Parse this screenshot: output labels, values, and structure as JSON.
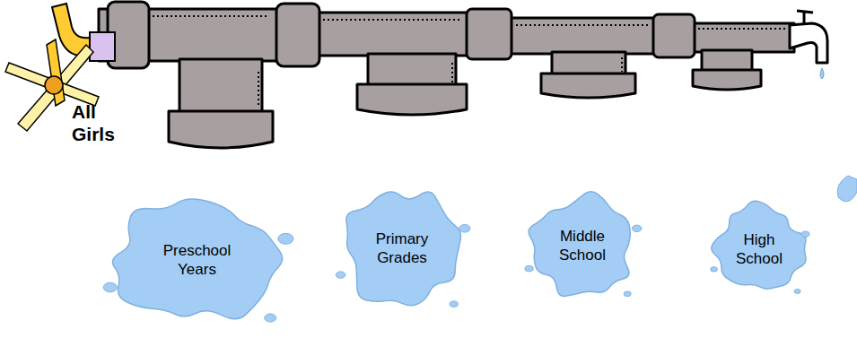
{
  "diagram": {
    "nodes": [
      {
        "text": [
          "Preschool Years"
        ]
      },
      {
        "text": [
          "Primary Grades"
        ]
      },
      {
        "text": [
          "Middle School"
        ]
      },
      {
        "text": [
          "High School"
        ]
      }
    ],
    "labels": [
      "All Girls"
    ]
  }
}
